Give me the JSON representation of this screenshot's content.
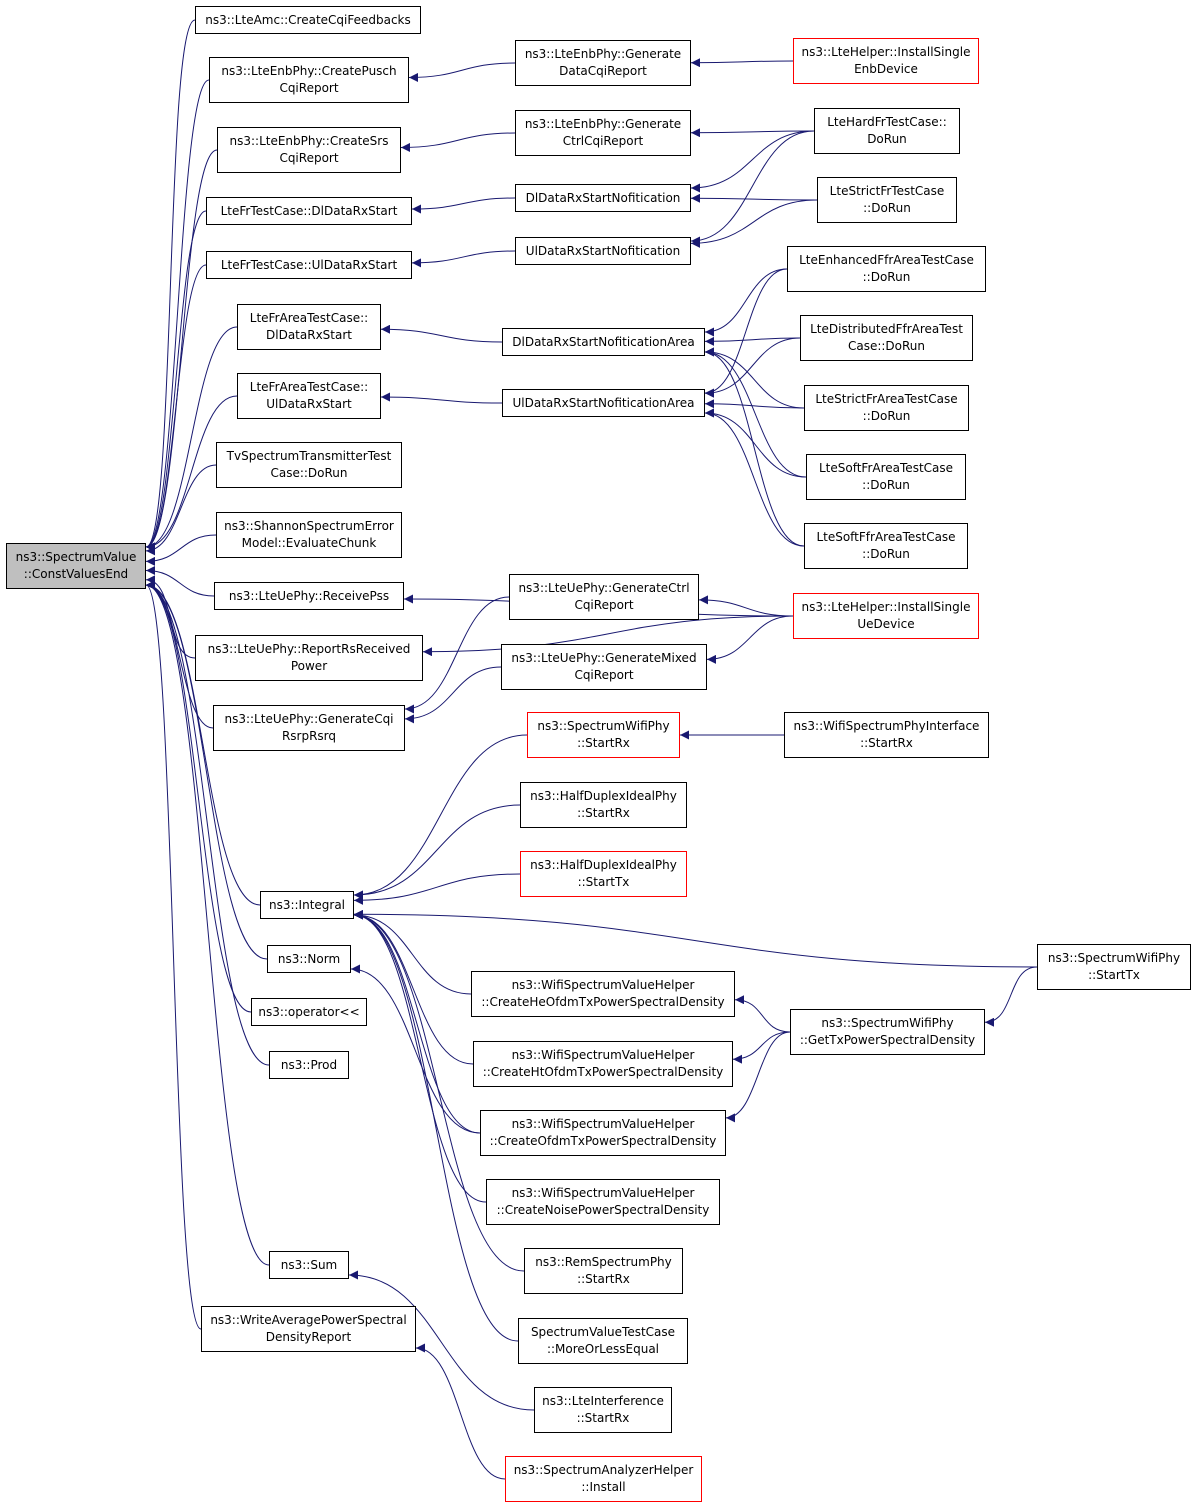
{
  "root": {
    "label": "ns3::SpectrumValue\n::ConstValuesEnd"
  },
  "nodes": [
    {
      "id": "n_root",
      "label": "ns3::SpectrumValue\n::ConstValuesEnd",
      "boundary": "root"
    },
    {
      "id": "n_lteamc_createcqi",
      "label": "ns3::LteAmc::CreateCqiFeedbacks",
      "boundary": "normal"
    },
    {
      "id": "n_enb_createpusch",
      "label": "ns3::LteEnbPhy::CreatePusch\nCqiReport",
      "boundary": "normal"
    },
    {
      "id": "n_enb_createsrs",
      "label": "ns3::LteEnbPhy::CreateSrs\nCqiReport",
      "boundary": "normal"
    },
    {
      "id": "n_fr_dldatarx",
      "label": "LteFrTestCase::DlDataRxStart",
      "boundary": "normal"
    },
    {
      "id": "n_fr_uldatarx",
      "label": "LteFrTestCase::UlDataRxStart",
      "boundary": "normal"
    },
    {
      "id": "n_frarea_dldatarx",
      "label": "LteFrAreaTestCase::\nDlDataRxStart",
      "boundary": "normal"
    },
    {
      "id": "n_frarea_uldatarx",
      "label": "LteFrAreaTestCase::\nUlDataRxStart",
      "boundary": "normal"
    },
    {
      "id": "n_tvspectrum",
      "label": "TvSpectrumTransmitterTest\nCase::DoRun",
      "boundary": "normal"
    },
    {
      "id": "n_shannon",
      "label": "ns3::ShannonSpectrumError\nModel::EvaluateChunk",
      "boundary": "normal"
    },
    {
      "id": "n_ue_receivepss",
      "label": "ns3::LteUePhy::ReceivePss",
      "boundary": "normal"
    },
    {
      "id": "n_ue_reportrs",
      "label": "ns3::LteUePhy::ReportRsReceived\nPower",
      "boundary": "normal"
    },
    {
      "id": "n_ue_generatecqirsrp",
      "label": "ns3::LteUePhy::GenerateCqi\nRsrpRsrq",
      "boundary": "normal"
    },
    {
      "id": "n_integral",
      "label": "ns3::Integral",
      "boundary": "normal"
    },
    {
      "id": "n_norm",
      "label": "ns3::Norm",
      "boundary": "normal"
    },
    {
      "id": "n_operator",
      "label": "ns3::operator<<",
      "boundary": "normal"
    },
    {
      "id": "n_prod",
      "label": "ns3::Prod",
      "boundary": "normal"
    },
    {
      "id": "n_sum",
      "label": "ns3::Sum",
      "boundary": "normal"
    },
    {
      "id": "n_writeavg",
      "label": "ns3::WriteAveragePowerSpectral\nDensityReport",
      "boundary": "normal"
    },
    {
      "id": "n_enb_gendatacqi",
      "label": "ns3::LteEnbPhy::Generate\nDataCqiReport",
      "boundary": "normal"
    },
    {
      "id": "n_enb_genctrlcqi",
      "label": "ns3::LteEnbPhy::Generate\nCtrlCqiReport",
      "boundary": "normal"
    },
    {
      "id": "n_dlnotif",
      "label": "DlDataRxStartNofitication",
      "boundary": "normal"
    },
    {
      "id": "n_ulnotif",
      "label": "UlDataRxStartNofitication",
      "boundary": "normal"
    },
    {
      "id": "n_dlnotifarea",
      "label": "DlDataRxStartNofiticationArea",
      "boundary": "normal"
    },
    {
      "id": "n_ulnotifarea",
      "label": "UlDataRxStartNofiticationArea",
      "boundary": "normal"
    },
    {
      "id": "n_ue_genctrlcqi",
      "label": "ns3::LteUePhy::GenerateCtrl\nCqiReport",
      "boundary": "normal"
    },
    {
      "id": "n_ue_genmixedcqi",
      "label": "ns3::LteUePhy::GenerateMixed\nCqiReport",
      "boundary": "normal"
    },
    {
      "id": "n_swp_startrx",
      "label": "ns3::SpectrumWifiPhy\n::StartRx",
      "boundary": "red"
    },
    {
      "id": "n_hdip_startrx",
      "label": "ns3::HalfDuplexIdealPhy\n::StartRx",
      "boundary": "normal"
    },
    {
      "id": "n_hdip_starttx",
      "label": "ns3::HalfDuplexIdealPhy\n::StartTx",
      "boundary": "red"
    },
    {
      "id": "n_wsvh_he",
      "label": "ns3::WifiSpectrumValueHelper\n::CreateHeOfdmTxPowerSpectralDensity",
      "boundary": "normal"
    },
    {
      "id": "n_wsvh_ht",
      "label": "ns3::WifiSpectrumValueHelper\n::CreateHtOfdmTxPowerSpectralDensity",
      "boundary": "normal"
    },
    {
      "id": "n_wsvh_ofdm",
      "label": "ns3::WifiSpectrumValueHelper\n::CreateOfdmTxPowerSpectralDensity",
      "boundary": "normal"
    },
    {
      "id": "n_wsvh_noise",
      "label": "ns3::WifiSpectrumValueHelper\n::CreateNoisePowerSpectralDensity",
      "boundary": "normal"
    },
    {
      "id": "n_remphy_startrx",
      "label": "ns3::RemSpectrumPhy\n::StartRx",
      "boundary": "normal"
    },
    {
      "id": "n_svtc_moreorless",
      "label": "SpectrumValueTestCase\n::MoreOrLessEqual",
      "boundary": "normal"
    },
    {
      "id": "n_lteinterf_startrx",
      "label": "ns3::LteInterference\n::StartRx",
      "boundary": "normal"
    },
    {
      "id": "n_sah_install",
      "label": "ns3::SpectrumAnalyzerHelper\n::Install",
      "boundary": "red"
    },
    {
      "id": "n_helper_installenb",
      "label": "ns3::LteHelper::InstallSingle\nEnbDevice",
      "boundary": "red"
    },
    {
      "id": "n_hardfr_dorun",
      "label": "LteHardFrTestCase::\nDoRun",
      "boundary": "normal"
    },
    {
      "id": "n_strictfr_dorun",
      "label": "LteStrictFrTestCase\n::DoRun",
      "boundary": "normal"
    },
    {
      "id": "n_enhancedffr_dorun",
      "label": "LteEnhancedFfrAreaTestCase\n::DoRun",
      "boundary": "normal"
    },
    {
      "id": "n_distffr_dorun",
      "label": "LteDistributedFfrAreaTest\nCase::DoRun",
      "boundary": "normal"
    },
    {
      "id": "n_strictfrarea_dorun",
      "label": "LteStrictFrAreaTestCase\n::DoRun",
      "boundary": "normal"
    },
    {
      "id": "n_softfrarea_dorun",
      "label": "LteSoftFrAreaTestCase\n::DoRun",
      "boundary": "normal"
    },
    {
      "id": "n_softffrarea_dorun",
      "label": "LteSoftFfrAreaTestCase\n::DoRun",
      "boundary": "normal"
    },
    {
      "id": "n_helper_installue",
      "label": "ns3::LteHelper::InstallSingle\nUeDevice",
      "boundary": "red"
    },
    {
      "id": "n_wspi_startrx",
      "label": "ns3::WifiSpectrumPhyInterface\n::StartRx",
      "boundary": "normal"
    },
    {
      "id": "n_swp_gettxpsd",
      "label": "ns3::SpectrumWifiPhy\n::GetTxPowerSpectralDensity",
      "boundary": "normal"
    },
    {
      "id": "n_swp_starttx",
      "label": "ns3::SpectrumWifiPhy\n::StartTx",
      "boundary": "normal"
    }
  ],
  "edges": [
    {
      "from": "n_lteamc_createcqi",
      "to": "n_root"
    },
    {
      "from": "n_enb_createpusch",
      "to": "n_root"
    },
    {
      "from": "n_enb_createsrs",
      "to": "n_root"
    },
    {
      "from": "n_fr_dldatarx",
      "to": "n_root"
    },
    {
      "from": "n_fr_uldatarx",
      "to": "n_root"
    },
    {
      "from": "n_frarea_dldatarx",
      "to": "n_root"
    },
    {
      "from": "n_frarea_uldatarx",
      "to": "n_root"
    },
    {
      "from": "n_tvspectrum",
      "to": "n_root"
    },
    {
      "from": "n_shannon",
      "to": "n_root"
    },
    {
      "from": "n_ue_receivepss",
      "to": "n_root"
    },
    {
      "from": "n_ue_reportrs",
      "to": "n_root"
    },
    {
      "from": "n_ue_generatecqirsrp",
      "to": "n_root"
    },
    {
      "from": "n_integral",
      "to": "n_root"
    },
    {
      "from": "n_norm",
      "to": "n_root"
    },
    {
      "from": "n_operator",
      "to": "n_root"
    },
    {
      "from": "n_prod",
      "to": "n_root"
    },
    {
      "from": "n_sum",
      "to": "n_root"
    },
    {
      "from": "n_writeavg",
      "to": "n_root"
    },
    {
      "from": "n_enb_gendatacqi",
      "to": "n_enb_createpusch"
    },
    {
      "from": "n_enb_genctrlcqi",
      "to": "n_enb_createsrs"
    },
    {
      "from": "n_dlnotif",
      "to": "n_fr_dldatarx"
    },
    {
      "from": "n_ulnotif",
      "to": "n_fr_uldatarx"
    },
    {
      "from": "n_dlnotifarea",
      "to": "n_frarea_dldatarx"
    },
    {
      "from": "n_ulnotifarea",
      "to": "n_frarea_uldatarx"
    },
    {
      "from": "n_helper_installenb",
      "to": "n_enb_gendatacqi"
    },
    {
      "from": "n_hardfr_dorun",
      "to": "n_enb_genctrlcqi"
    },
    {
      "from": "n_hardfr_dorun",
      "to": "n_dlnotif"
    },
    {
      "from": "n_hardfr_dorun",
      "to": "n_ulnotif"
    },
    {
      "from": "n_strictfr_dorun",
      "to": "n_dlnotif"
    },
    {
      "from": "n_strictfr_dorun",
      "to": "n_ulnotif"
    },
    {
      "from": "n_enhancedffr_dorun",
      "to": "n_dlnotifarea"
    },
    {
      "from": "n_enhancedffr_dorun",
      "to": "n_ulnotifarea"
    },
    {
      "from": "n_distffr_dorun",
      "to": "n_dlnotifarea"
    },
    {
      "from": "n_distffr_dorun",
      "to": "n_ulnotifarea"
    },
    {
      "from": "n_strictfrarea_dorun",
      "to": "n_dlnotifarea"
    },
    {
      "from": "n_strictfrarea_dorun",
      "to": "n_ulnotifarea"
    },
    {
      "from": "n_softfrarea_dorun",
      "to": "n_dlnotifarea"
    },
    {
      "from": "n_softfrarea_dorun",
      "to": "n_ulnotifarea"
    },
    {
      "from": "n_softffrarea_dorun",
      "to": "n_dlnotifarea"
    },
    {
      "from": "n_softffrarea_dorun",
      "to": "n_ulnotifarea"
    },
    {
      "from": "n_helper_installue",
      "to": "n_ue_receivepss"
    },
    {
      "from": "n_helper_installue",
      "to": "n_ue_reportrs"
    },
    {
      "from": "n_helper_installue",
      "to": "n_ue_genctrlcqi"
    },
    {
      "from": "n_helper_installue",
      "to": "n_ue_genmixedcqi"
    },
    {
      "from": "n_ue_genctrlcqi",
      "to": "n_ue_generatecqirsrp"
    },
    {
      "from": "n_ue_genmixedcqi",
      "to": "n_ue_generatecqirsrp"
    },
    {
      "from": "n_swp_startrx",
      "to": "n_integral"
    },
    {
      "from": "n_hdip_startrx",
      "to": "n_integral"
    },
    {
      "from": "n_hdip_starttx",
      "to": "n_integral"
    },
    {
      "from": "n_swp_starttx",
      "to": "n_integral"
    },
    {
      "from": "n_wsvh_he",
      "to": "n_integral"
    },
    {
      "from": "n_wsvh_ht",
      "to": "n_integral"
    },
    {
      "from": "n_wsvh_ofdm",
      "to": "n_integral"
    },
    {
      "from": "n_wsvh_noise",
      "to": "n_integral"
    },
    {
      "from": "n_remphy_startrx",
      "to": "n_integral"
    },
    {
      "from": "n_svtc_moreorless",
      "to": "n_integral"
    },
    {
      "from": "n_wsvh_ofdm",
      "to": "n_norm"
    },
    {
      "from": "n_lteinterf_startrx",
      "to": "n_sum"
    },
    {
      "from": "n_sah_install",
      "to": "n_writeavg"
    },
    {
      "from": "n_wspi_startrx",
      "to": "n_swp_startrx"
    },
    {
      "from": "n_swp_gettxpsd",
      "to": "n_wsvh_he"
    },
    {
      "from": "n_swp_gettxpsd",
      "to": "n_wsvh_ht"
    },
    {
      "from": "n_swp_gettxpsd",
      "to": "n_wsvh_ofdm"
    },
    {
      "from": "n_swp_starttx",
      "to": "n_swp_gettxpsd"
    }
  ],
  "colors": {
    "edge": "#191970",
    "border": "#000000",
    "highlight_border": "#ff0000",
    "root_fill": "#bfbfbf"
  }
}
